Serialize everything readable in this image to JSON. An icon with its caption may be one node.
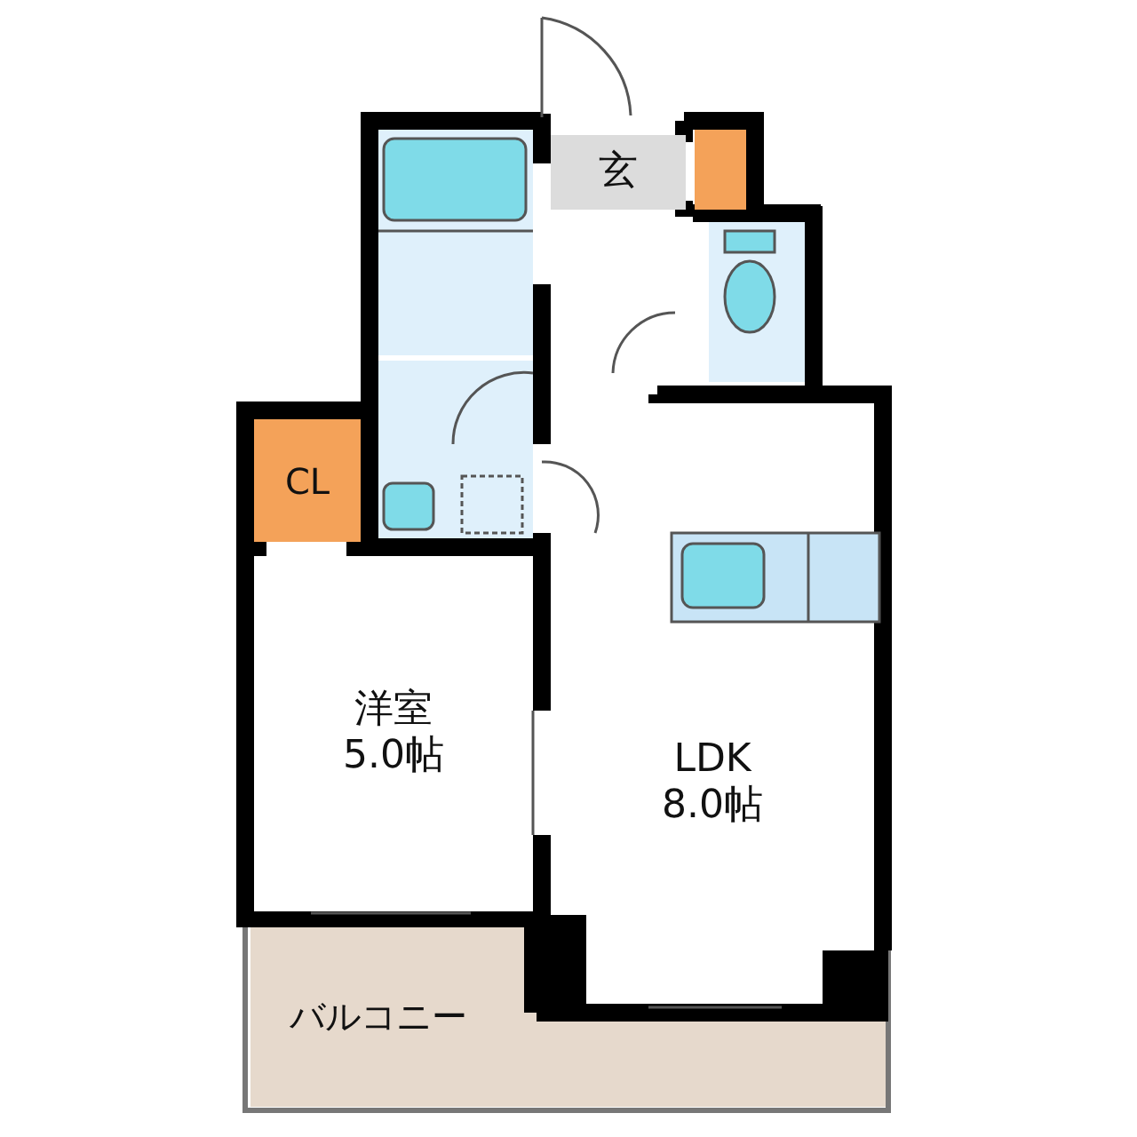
{
  "diagram": {
    "nodes": [
      {
        "text": [],
        "shape": "box"
      },
      {
        "text": [
          "玄"
        ]
      },
      {
        "text": [],
        "shape": "box"
      },
      {
        "text": [],
        "shape": "box"
      },
      {
        "text": [],
        "shape": "box"
      },
      {
        "text": [
          "CL"
        ]
      },
      {
        "text": [
          "洋室",
          "5.0帖"
        ]
      },
      {
        "text": [
          "LDK",
          "8.0帖"
        ]
      },
      {
        "text": [
          "バルコニー"
        ]
      }
    ]
  }
}
